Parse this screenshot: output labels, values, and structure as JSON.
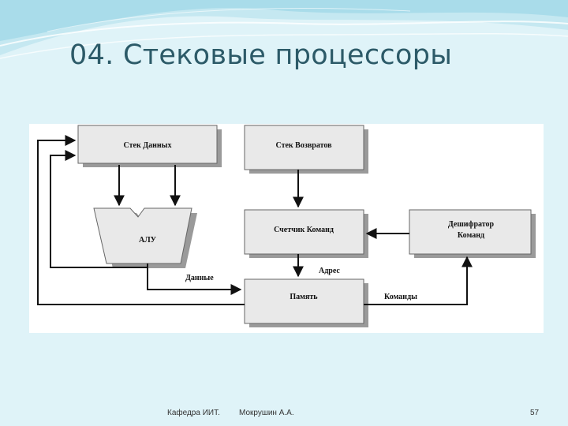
{
  "slide": {
    "title": "04. Стековые процессоры"
  },
  "diagram": {
    "blocks": {
      "data_stack": "Стек Данных",
      "return_stack": "Стек Возвратов",
      "alu": "АЛУ",
      "program_counter": "Счетчик Команд",
      "decoder_line1": "Дешифратор",
      "decoder_line2": "Команд",
      "memory": "Память"
    },
    "edge_labels": {
      "address": "Адрес",
      "data": "Данные",
      "commands": "Команды"
    }
  },
  "footer": {
    "department": "Кафедра ИИТ.",
    "author": "Мокрушин А.А.",
    "page_number": "57"
  },
  "colors": {
    "background": "#dff3f8",
    "title": "#2c5a68",
    "block_face": "#e9e9e9",
    "block_shadow": "#9a9a9a",
    "line": "#111111"
  }
}
